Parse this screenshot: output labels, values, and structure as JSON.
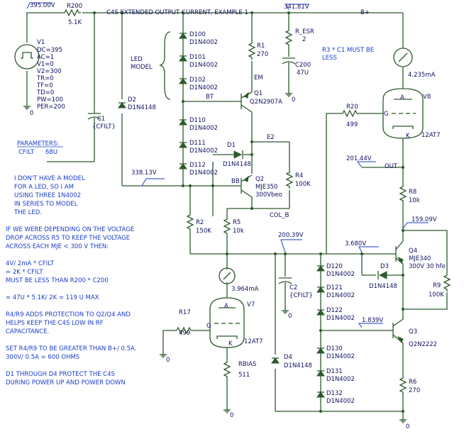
{
  "title": "C4S EXTENDED OUTPUT CURRENT, EXAMPLE 1",
  "rails": {
    "bplus": "B+",
    "out": "OUT",
    "col_b": "COL_B",
    "e2": "E2",
    "bt": "BT",
    "bb": "BB",
    "em": "EM"
  },
  "voltages": {
    "v_in": "395.00V",
    "v_bplus": "341.81V",
    "v_338": "338.13V",
    "v_out": "201.44V",
    "v_r9": "159.09V",
    "v_200": "200.39V",
    "v_q4b": "3.680V",
    "v_q3b": "1.839V"
  },
  "currents": {
    "v8": "4.235mA",
    "v7": "3.964mA"
  },
  "source": {
    "name": "V1",
    "lines": [
      "DC=395",
      "AC=1",
      "V1=0",
      "V2=300",
      "TR=0",
      "TF=0",
      "TD=0",
      "PW=100",
      "PER=200"
    ]
  },
  "components": {
    "r200": {
      "name": "R200",
      "value": "5.1K"
    },
    "r_esr": {
      "name": "R_ESR",
      "value": "2"
    },
    "c200": {
      "name": "C200",
      "value": "47U"
    },
    "r1": {
      "name": "R1",
      "value": "270"
    },
    "r2": {
      "name": "R2",
      "value": "150K"
    },
    "r4": {
      "name": "R4",
      "value": "100K"
    },
    "r5": {
      "name": "R5",
      "value": "10k"
    },
    "r6": {
      "name": "R6",
      "value": "270"
    },
    "r8": {
      "name": "R8",
      "value": "10k"
    },
    "r9": {
      "name": "R9",
      "value": "100K"
    },
    "r17": {
      "name": "R17",
      "value": "499"
    },
    "r20": {
      "name": "R20",
      "value": "499"
    },
    "rbias": {
      "name": "RBIAS",
      "value": "511"
    },
    "c1": {
      "name": "C1",
      "value": "{CFILT}"
    },
    "c2": {
      "name": "C2",
      "value": "{CFILT}"
    },
    "d1": {
      "name": "D1",
      "value": "D1N4148"
    },
    "d2": {
      "name": "D2",
      "value": "D1N4148"
    },
    "d3": {
      "name": "D3",
      "value": "D1N4148"
    },
    "d4": {
      "name": "D4",
      "value": "D1N4148"
    },
    "q1": {
      "name": "Q1",
      "value": "Q2N2907A"
    },
    "q2": {
      "name": "Q2",
      "value": "MJE350",
      "note": "300Vbeo"
    },
    "q3": {
      "name": "Q3",
      "value": "Q2N2222"
    },
    "q4": {
      "name": "Q4",
      "value": "MJE340",
      "note": "300V 30 hfe"
    },
    "v7": {
      "name": "V7",
      "value": "12AT7"
    },
    "v8": {
      "name": "V8",
      "value": "12AT7"
    }
  },
  "led_chain": [
    {
      "name": "D100",
      "value": "D1N4002"
    },
    {
      "name": "D101",
      "value": "D1N4002"
    },
    {
      "name": "D102",
      "value": "D1N4002"
    },
    {
      "name": "D110",
      "value": "D1N4002"
    },
    {
      "name": "D111",
      "value": "D1N4002"
    },
    {
      "name": "D112",
      "value": "D1N4002"
    }
  ],
  "diode_chain_right": [
    {
      "name": "D120",
      "value": "D1N4002"
    },
    {
      "name": "D121",
      "value": "D1N4002"
    },
    {
      "name": "D122",
      "value": "D1N4002"
    },
    {
      "name": "D130",
      "value": "D1N4002"
    },
    {
      "name": "D131",
      "value": "D1N4002"
    },
    {
      "name": "D132",
      "value": "D1N4002"
    }
  ],
  "led_model_label": [
    "LED",
    "MODEL"
  ],
  "parameters": {
    "heading": "PARAMETERS:",
    "name": "CFILT",
    "value": "68U"
  },
  "grid_labels": {
    "g": "G",
    "a": "A",
    "k": "K"
  },
  "ground_label": "0",
  "notes": {
    "rc": [
      "R3 * C1 MUST BE",
      "LESS"
    ],
    "led": [
      "I DON'T HAVE A MODEL",
      "FOR A LED, SO I AM",
      "USING THREE 1N4002",
      "IN SERIES TO MODEL",
      "THE LED."
    ],
    "drop": [
      "IF WE WERE DEPENDING ON THE VOLTAGE",
      "DROP ACROSS R5 TO KEEP THE VOLTAGE",
      "ACROSS EACH MJE < 300 V THEN:"
    ],
    "calc": [
      "4V/ 2mA * CFILT",
      "= 2K * CFILT",
      "MUST BE LESS THAN R200 * C200",
      "",
      "= 47U * 5.1K/ 2K = 119 U MAX"
    ],
    "r4r9": [
      "R4/R9 ADDS PROTECTION TO Q2/Q4 AND",
      "HELPS KEEP THE C4S LOW IN RF",
      "CAPACITANCE."
    ],
    "set": [
      "SET R4/R9 TO BE GREATER THAN  B+/ 0.5A.",
      "300V/ 0.5A = 600 OHMS"
    ],
    "protect": [
      "D1 THROUGH  D4 PROTECT THE C4S",
      "DURING POWER UP AND POWER DOWN"
    ]
  }
}
